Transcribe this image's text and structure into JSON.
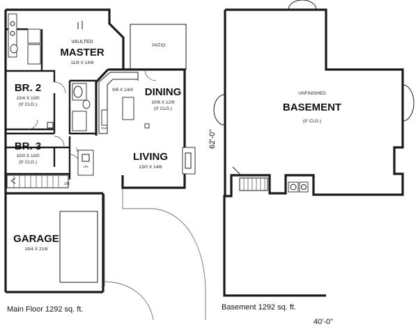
{
  "main_floor": {
    "rooms": {
      "master": {
        "note": "VAULTED",
        "name": "MASTER",
        "size": "11/8 X 14/8"
      },
      "br2": {
        "name": "BR. 2",
        "size": "10/4 X 10/0",
        "ceiling": "(9' CLG.)"
      },
      "br3": {
        "name": "BR. 3",
        "size": "10/0 X 10/0",
        "ceiling": "(9' CLG.)"
      },
      "dining": {
        "name": "DINING",
        "size": "10/6 X 12/6",
        "ceiling": "(9' CLG.)"
      },
      "kitchen": {
        "size": "9/6 X 14/4"
      },
      "living": {
        "name": "LIVING",
        "size": "13/0 X 14/6"
      },
      "garage": {
        "name": "GARAGE",
        "size": "19/4 X 21/8"
      },
      "patio": {
        "name": "PATIO"
      }
    },
    "labels": {
      "dn": "DN",
      "lin": "LIN",
      "pan": "PAN"
    },
    "caption": "Main Floor 1292 sq. ft."
  },
  "basement": {
    "note": "UNFINISHED",
    "name": "BASEMENT",
    "ceiling": "(8' CLG.)",
    "caption": "Basement 1292 sq. ft.",
    "dim_depth": "62'-0\"",
    "dim_width": "40'-0\""
  }
}
